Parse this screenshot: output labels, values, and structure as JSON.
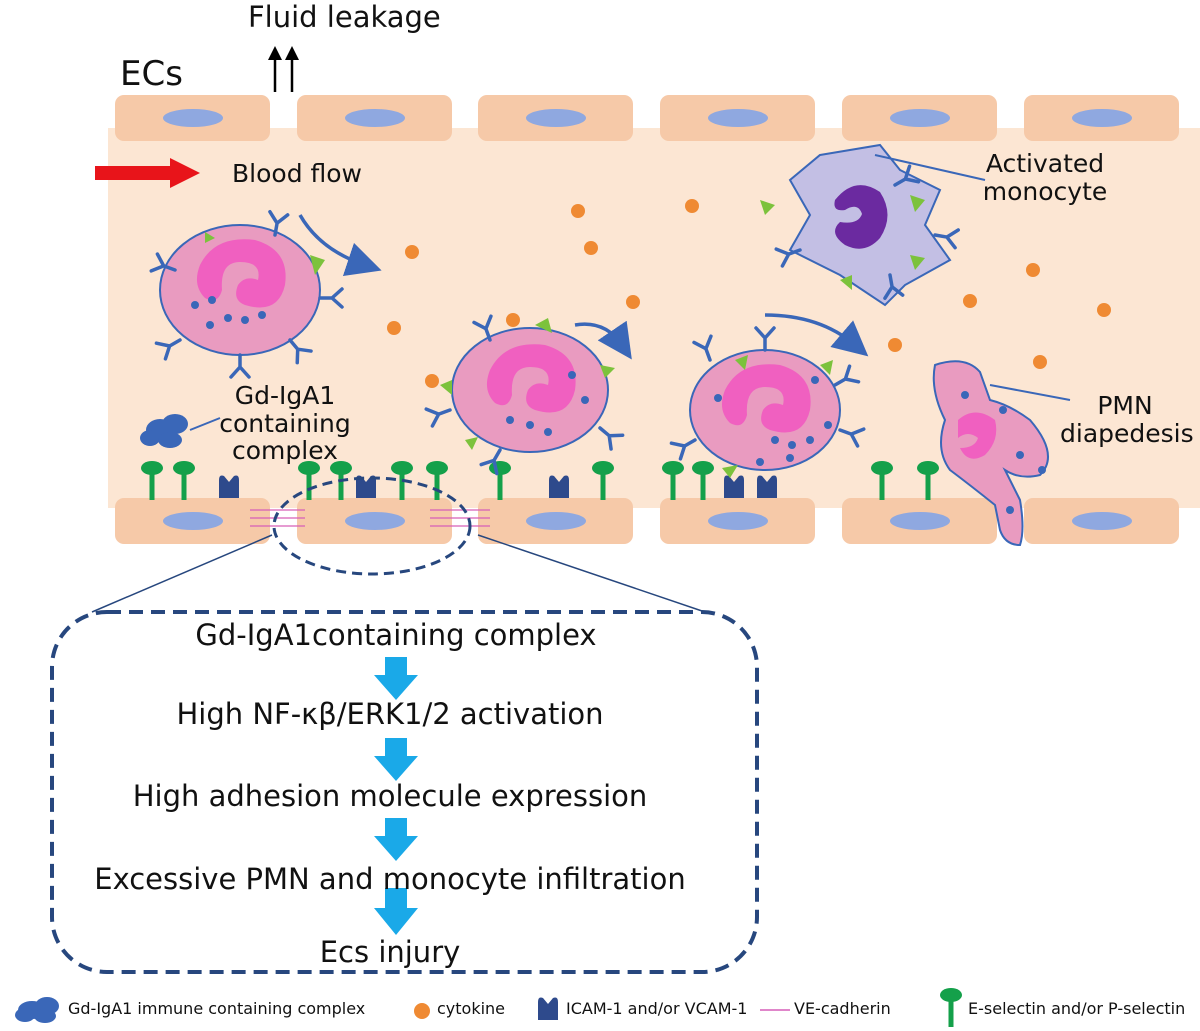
{
  "title_top": "Fluid leakage",
  "ecs_label": "ECs",
  "blood_flow": "Blood flow",
  "labels": {
    "activated_monocyte": [
      "Activated",
      "monocyte"
    ],
    "pmn_diapedesis": [
      "PMN",
      "diapedesis"
    ],
    "gd_complex": [
      "Gd-IgA1",
      "containing",
      "complex"
    ]
  },
  "flow_steps": [
    "Gd-IgA1containing complex",
    "High NF-κβ/ERK1/2 activation",
    "High adhesion molecule expression",
    "Excessive PMN and monocyte infiltration",
    "Ecs injury"
  ],
  "legend": [
    {
      "icon": "cloud-icon",
      "label": "Gd-IgA1 immune containing complex"
    },
    {
      "icon": "dot-icon",
      "label": "cytokine"
    },
    {
      "icon": "receptor-icon",
      "label": "ICAM-1 and/or VCAM-1"
    },
    {
      "icon": "line-icon",
      "label": "VE-cadherin"
    },
    {
      "icon": "selectin-icon",
      "label": "E-selectin and/or P-selectin"
    }
  ],
  "colors": {
    "vessel": "#fce6d3",
    "cell": "#f6c9a8",
    "nucleus": "#8fa8e0",
    "pmn": "#e99bc0",
    "nucleus_pmn": "#f060c0",
    "monocyte": "#c3bfe4",
    "mono_nucleus": "#6b2aa0",
    "cytokine": "#ef8a33",
    "icam": "#2e4a8c",
    "selectin": "#14a04a",
    "receptor": "#3a67b8",
    "arrow_blue": "#1aa9e8",
    "flow_red": "#e8141a",
    "dash": "#27477e"
  }
}
